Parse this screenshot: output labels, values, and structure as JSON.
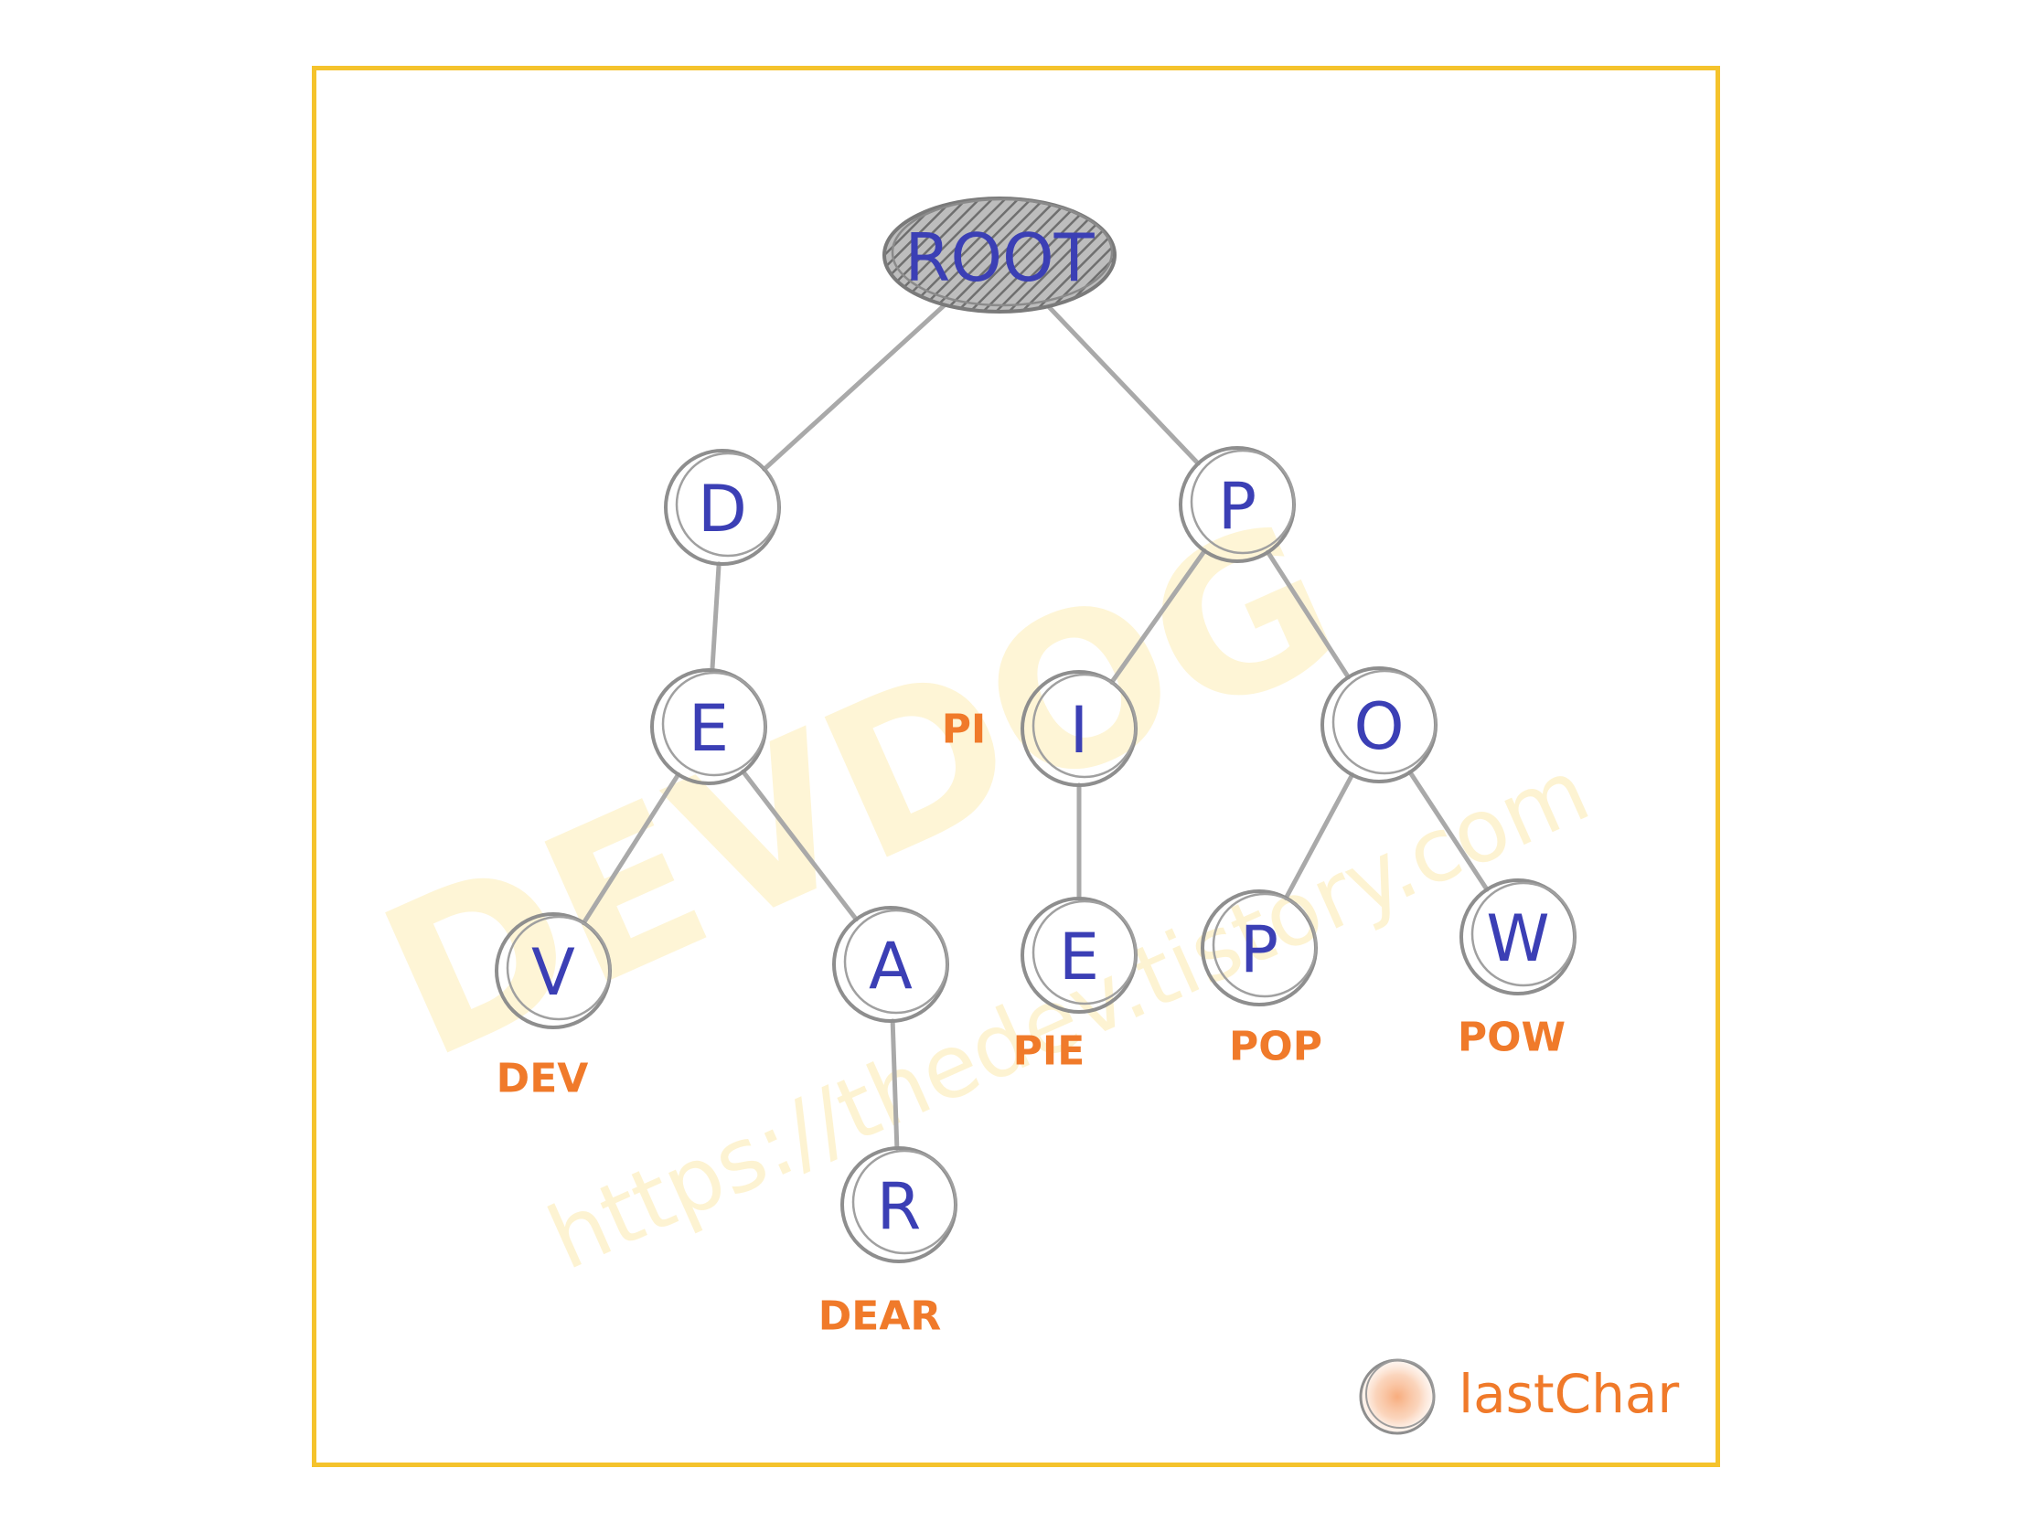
{
  "watermark": {
    "main": "DEVDOG",
    "url": "https://thedev.tistory.com"
  },
  "colors": {
    "frame": "#f5c32c",
    "letter": "#3b3fb5",
    "label": "#f07a2a",
    "last_char_fill": "#f9c09a",
    "edge": "#a9a9a9"
  },
  "tree": {
    "root": {
      "label": "ROOT"
    },
    "nodes": [
      {
        "id": "d",
        "letter": "D",
        "last_char": false,
        "word": ""
      },
      {
        "id": "p",
        "letter": "P",
        "last_char": false,
        "word": ""
      },
      {
        "id": "e1",
        "letter": "E",
        "last_char": false,
        "word": ""
      },
      {
        "id": "i",
        "letter": "I",
        "last_char": true,
        "word": "PI"
      },
      {
        "id": "o",
        "letter": "O",
        "last_char": false,
        "word": ""
      },
      {
        "id": "v",
        "letter": "V",
        "last_char": true,
        "word": "DEV"
      },
      {
        "id": "a",
        "letter": "A",
        "last_char": false,
        "word": ""
      },
      {
        "id": "e2",
        "letter": "E",
        "last_char": true,
        "word": "PIE"
      },
      {
        "id": "p2",
        "letter": "P",
        "last_char": true,
        "word": "POP"
      },
      {
        "id": "w",
        "letter": "W",
        "last_char": true,
        "word": "POW"
      },
      {
        "id": "r",
        "letter": "R",
        "last_char": true,
        "word": "DEAR"
      }
    ],
    "edges": [
      [
        "root",
        "d"
      ],
      [
        "root",
        "p"
      ],
      [
        "d",
        "e1"
      ],
      [
        "e1",
        "v"
      ],
      [
        "e1",
        "a"
      ],
      [
        "a",
        "r"
      ],
      [
        "p",
        "i"
      ],
      [
        "p",
        "o"
      ],
      [
        "i",
        "e2"
      ],
      [
        "o",
        "p2"
      ],
      [
        "o",
        "w"
      ]
    ]
  },
  "legend": {
    "label": "lastChar"
  }
}
